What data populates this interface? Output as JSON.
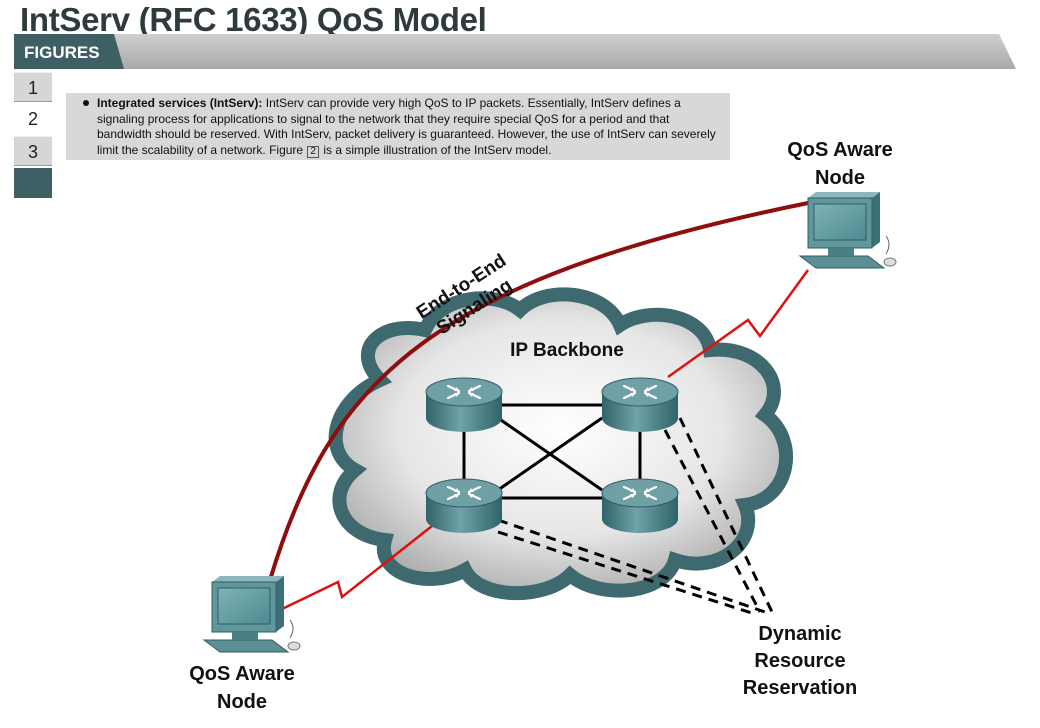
{
  "page": {
    "title": "IntServ (RFC 1633) QoS Model",
    "figures_label": "FIGURES",
    "tabs": [
      "1",
      "2",
      "3"
    ],
    "active_tab": "2"
  },
  "description": {
    "term": "Integrated services (IntServ):",
    "text_before_ref": " IntServ can provide very high QoS to IP packets. Essentially, IntServ defines a signaling process for applications to signal to the network that they require special QoS for a period and that bandwidth should be reserved. With IntServ, packet delivery is guaranteed. However, the use of IntServ can severely limit the scalability of a network. Figure ",
    "figure_ref": "2",
    "text_after_ref": " is a simple illustration of the IntServ model."
  },
  "diagram": {
    "node_top_label_line1": "QoS Aware",
    "node_top_label_line2": "Node",
    "node_bottom_label_line1": "QoS Aware",
    "node_bottom_label_line2": "Node",
    "signaling_line1": "End-to-End",
    "signaling_line2": "Signaling",
    "backbone_label": "IP Backbone",
    "reservation_line1": "Dynamic",
    "reservation_line2": "Resource",
    "reservation_line3": "Reservation",
    "colors": {
      "signaling_arc": "#8e0d0d",
      "serial_link": "#e01010",
      "router": "#3f7f86",
      "cloud": "#4f7f84"
    }
  }
}
